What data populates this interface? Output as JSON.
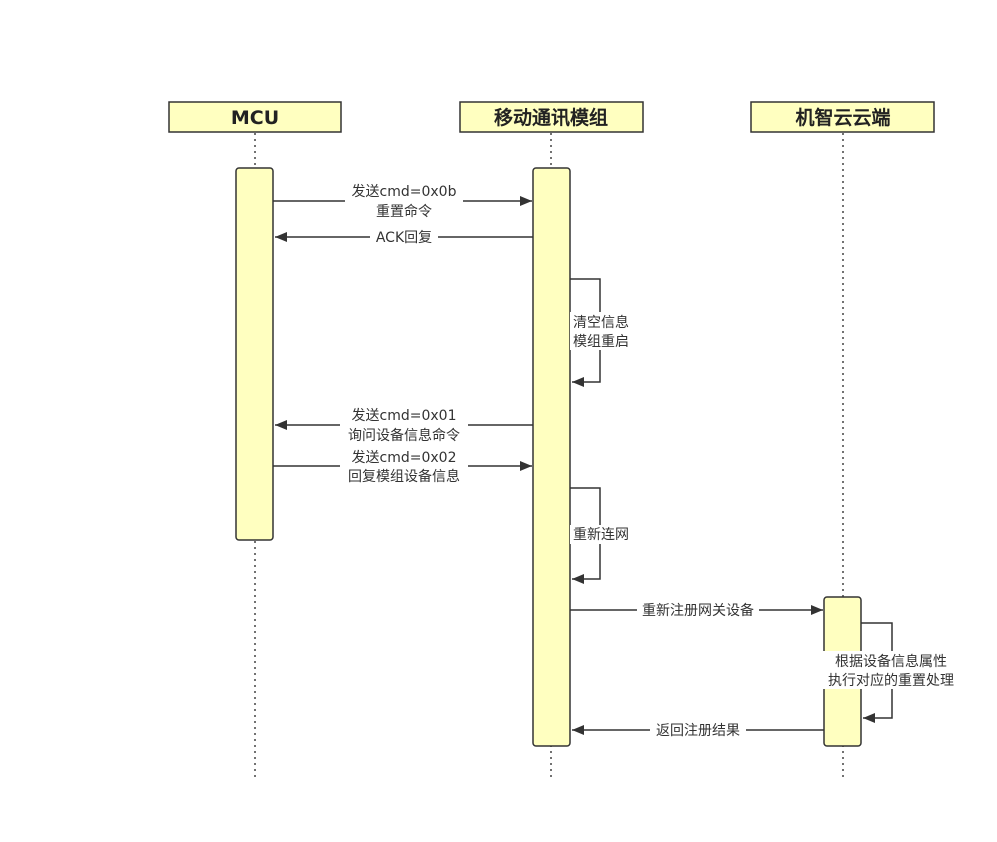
{
  "participants": [
    {
      "id": "mcu",
      "label": "MCU"
    },
    {
      "id": "module",
      "label": "移动通讯模组"
    },
    {
      "id": "cloud",
      "label": "机智云云端"
    }
  ],
  "messages": [
    {
      "id": "send-reset",
      "lines": [
        "发送cmd=0x0b",
        "重置命令"
      ]
    },
    {
      "id": "ack",
      "lines": [
        "ACK回复"
      ]
    },
    {
      "id": "clear-restart",
      "lines": [
        "清空信息",
        "模组重启"
      ]
    },
    {
      "id": "query-info",
      "lines": [
        "发送cmd=0x01",
        "询问设备信息命令"
      ]
    },
    {
      "id": "reply-info",
      "lines": [
        "发送cmd=0x02",
        "回复模组设备信息"
      ]
    },
    {
      "id": "reconnect",
      "lines": [
        "重新连网"
      ]
    },
    {
      "id": "register-gateway",
      "lines": [
        "重新注册网关设备"
      ]
    },
    {
      "id": "cloud-process",
      "lines": [
        "根据设备信息属性",
        "执行对应的重置处理"
      ]
    },
    {
      "id": "return-result",
      "lines": [
        "返回注册结果"
      ]
    }
  ],
  "colors": {
    "box_fill": "#ffffc0",
    "stroke": "#333333",
    "lifeline": "#444444"
  }
}
